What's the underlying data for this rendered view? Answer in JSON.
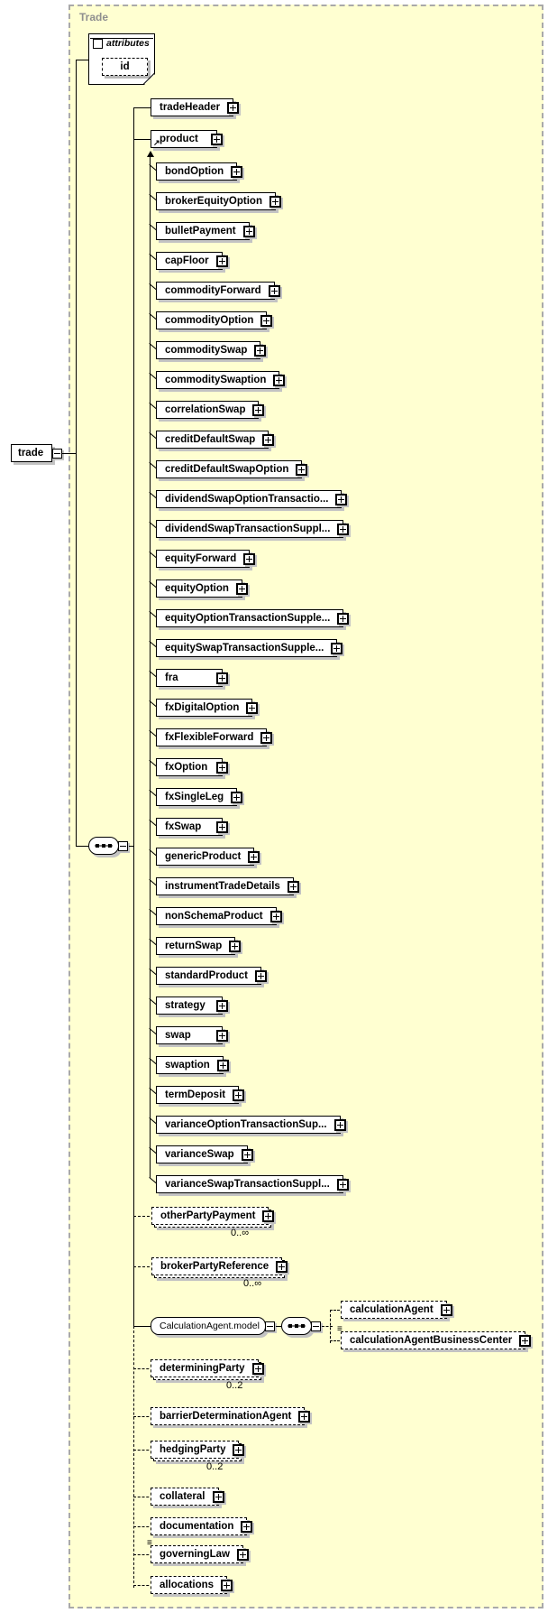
{
  "frame": {
    "label": "Trade"
  },
  "root_element": {
    "label": "trade"
  },
  "attributes_panel": {
    "title": "attributes",
    "attributes": [
      {
        "label": "id"
      }
    ]
  },
  "sequence": {
    "children": [
      {
        "label": "tradeHeader",
        "required": true
      },
      {
        "label": "product",
        "required": true,
        "substitution_head": true
      },
      {
        "label": "otherPartyPayment",
        "occurs": "0..∞"
      },
      {
        "label": "brokerPartyReference",
        "occurs": "0..∞"
      },
      {
        "label": "CalculationAgent.model",
        "group": true
      },
      {
        "label": "determiningParty",
        "occurs": "0..2"
      },
      {
        "label": "barrierDeterminationAgent"
      },
      {
        "label": "hedgingParty",
        "occurs": "0..2"
      },
      {
        "label": "collateral"
      },
      {
        "label": "documentation"
      },
      {
        "label": "governingLaw"
      },
      {
        "label": "allocations"
      }
    ]
  },
  "product_members": [
    "bondOption",
    "brokerEquityOption",
    "bulletPayment",
    "capFloor",
    "commodityForward",
    "commodityOption",
    "commoditySwap",
    "commoditySwaption",
    "correlationSwap",
    "creditDefaultSwap",
    "creditDefaultSwapOption",
    "dividendSwapOptionTransactio...",
    "dividendSwapTransactionSuppl...",
    "equityForward",
    "equityOption",
    "equityOptionTransactionSupple...",
    "equitySwapTransactionSupple...",
    "fra",
    "fxDigitalOption",
    "fxFlexibleForward",
    "fxOption",
    "fxSingleLeg",
    "fxSwap",
    "genericProduct",
    "instrumentTradeDetails",
    "nonSchemaProduct",
    "returnSwap",
    "standardProduct",
    "strategy",
    "swap",
    "swaption",
    "termDeposit",
    "varianceOptionTransactionSup...",
    "varianceSwap",
    "varianceSwapTransactionSuppl..."
  ],
  "calculation_agent_group": {
    "children": [
      {
        "label": "calculationAgent"
      },
      {
        "label": "calculationAgentBusinessCenter"
      }
    ]
  },
  "icons": {
    "expand": "plus-box",
    "collapse": "minus-box",
    "compositor": "sequence",
    "substitution_head": "north-east-arrow",
    "notes_marker": "triple-bar"
  },
  "colors": {
    "frame_fill": "#ffffd1",
    "frame_border": "#a9a9a9",
    "frame_label": "#8f8f8f",
    "box_fill": "#ffffff",
    "box_border": "#000000",
    "shadow": "#c3c3c3"
  }
}
